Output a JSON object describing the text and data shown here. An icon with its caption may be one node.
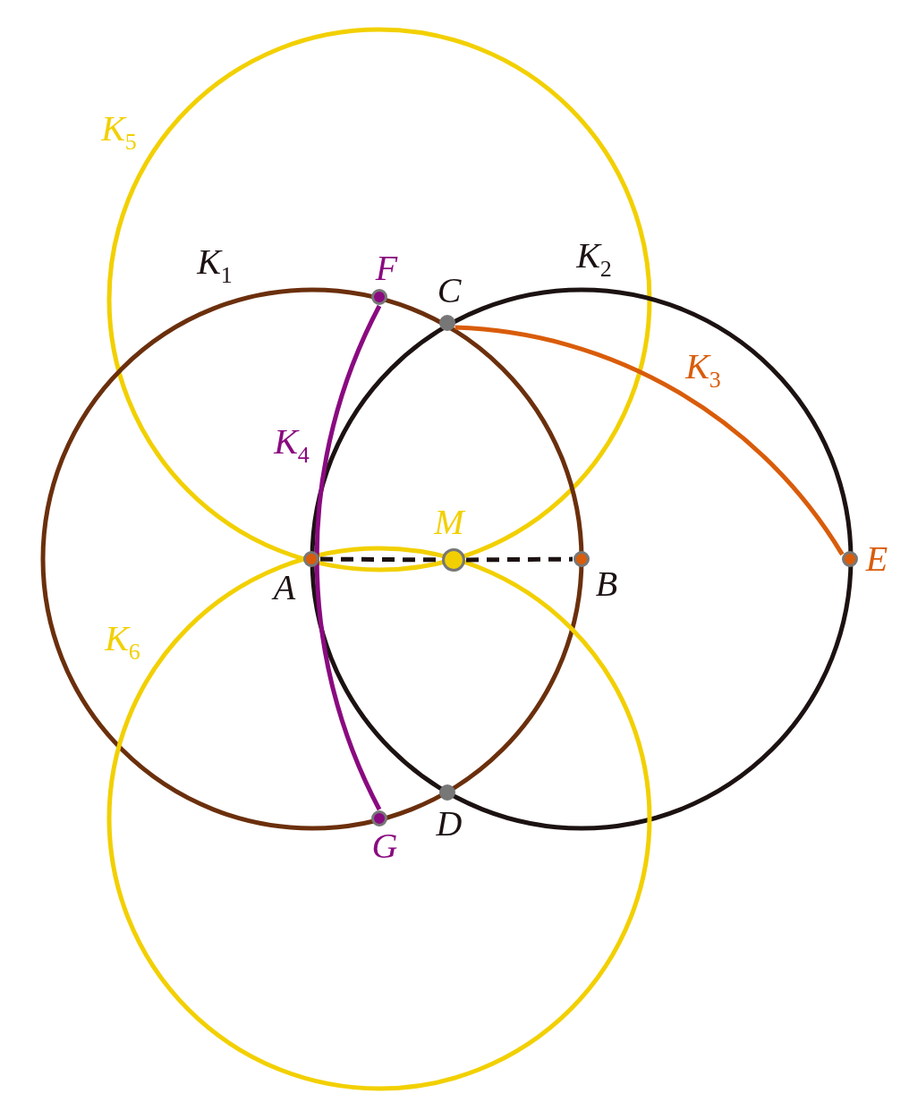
{
  "diagram": {
    "nodes": [
      {
        "text": [
          "A"
        ]
      },
      {
        "text": [
          "B"
        ]
      },
      {
        "text": [
          "C"
        ]
      },
      {
        "text": [
          "D"
        ]
      },
      {
        "text": [
          "E"
        ]
      },
      {
        "text": [
          "F"
        ]
      },
      {
        "text": [
          "G"
        ]
      },
      {
        "text": [
          "M"
        ]
      }
    ],
    "edges": [
      {
        "from": 0,
        "to": 7,
        "arrow": "none",
        "style": "dashed",
        "color": "#1c1212"
      },
      {
        "from": 7,
        "to": 1,
        "arrow": "none",
        "style": "dashed",
        "color": "#1c1212"
      },
      {
        "from": 2,
        "to": 4,
        "arrow": "none",
        "label": "K$_{3}$",
        "color": "#d95c0a"
      },
      {
        "from": 5,
        "to": 6,
        "arrow": "none",
        "label": "K$_{4}$",
        "color": "#8a0a80"
      }
    ],
    "labels": [
      "K$_{5}$",
      "K$_{1}$",
      "K$_{2}$",
      "K$_{6}$"
    ]
  }
}
